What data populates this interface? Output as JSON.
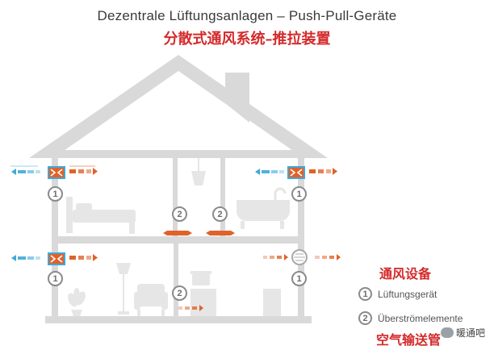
{
  "title": {
    "german": "Dezentrale Lüftungsanlagen – Push-Pull-Geräte",
    "chinese": "分散式通风系统–推拉装置"
  },
  "markers": {
    "one": "1",
    "two": "2"
  },
  "legend": {
    "heading": "通风设备",
    "items": [
      {
        "number": "1",
        "label": "Lüftungsgerät"
      },
      {
        "number": "2",
        "label": "Überströmelemente"
      }
    ],
    "footer": "空气输送管"
  },
  "watermark": "暖通吧",
  "colors": {
    "house": "#d9d9d9",
    "furniture": "#e6e6e6",
    "warm_air": "#e0622a",
    "cool_air": "#3fa8d8",
    "marker": "#8a8a8a",
    "annotation_red": "#d42a2a"
  }
}
